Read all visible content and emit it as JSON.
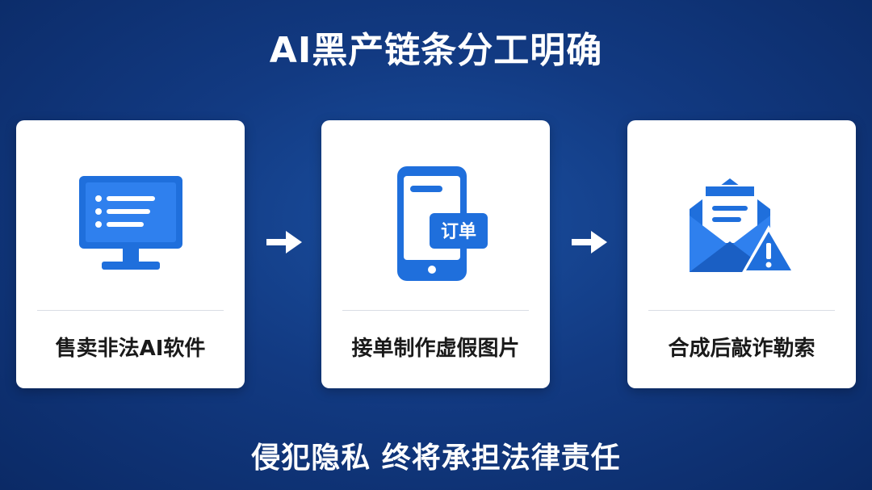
{
  "title": "AI黑产链条分工明确",
  "steps": [
    {
      "label": "售卖非法AI软件",
      "icon": "computer-monitor-icon"
    },
    {
      "label": "接单制作虚假图片",
      "icon": "smartphone-order-icon",
      "badge": "订单"
    },
    {
      "label": "合成后敲诈勒索",
      "icon": "envelope-warning-icon"
    }
  ],
  "footer": "侵犯隐私 终将承担法律责任",
  "colors": {
    "background": "#123a82",
    "icon": "#1f6fdc",
    "card": "#ffffff"
  }
}
